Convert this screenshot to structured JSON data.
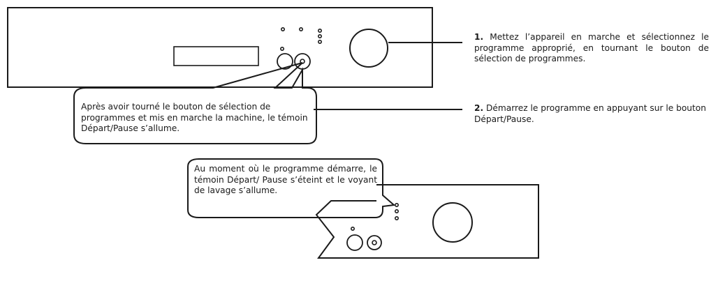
{
  "steps": [
    {
      "number": "1.",
      "text": "Mettez l’appareil en marche et sélectionnez le programme approprié, en tournant le bouton de sélection de programmes."
    },
    {
      "number": "2.",
      "text": "Démarrez le programme en appuyant sur le bouton Départ/Pause."
    }
  ],
  "callouts": [
    {
      "text": "Après avoir tourné le bouton de sélection de programmes et mis en marche la machine, le témoin Départ/Pause s’allume."
    },
    {
      "text": "Au moment où le programme démarre, le témoin Départ/ Pause s’éteint et le voyant de lavage s’allume."
    }
  ],
  "colors": {
    "stroke": "#1a1a1a",
    "background": "#ffffff",
    "text": "#1a1a1a"
  }
}
